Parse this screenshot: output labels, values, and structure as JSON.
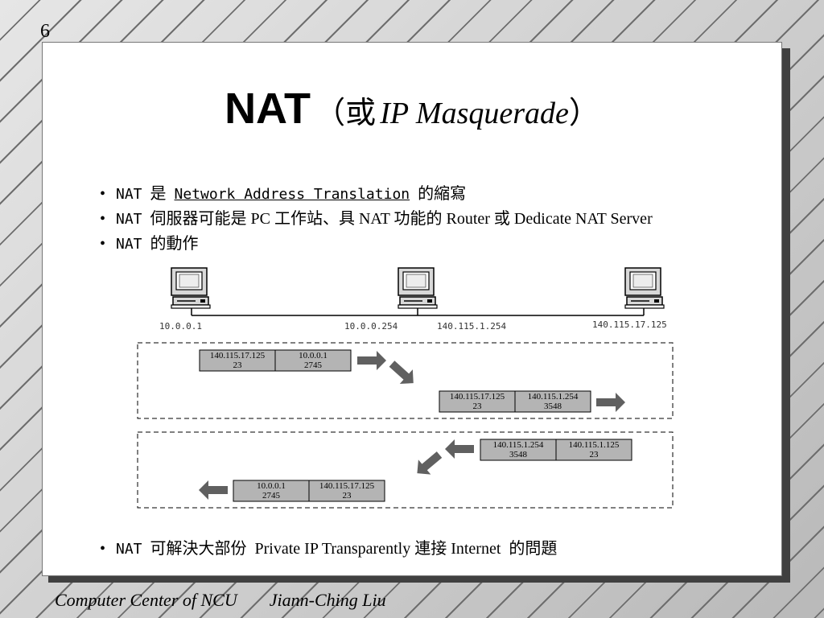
{
  "slide_number": "6",
  "title": {
    "nat": "NAT",
    "open_paren": "（或",
    "ip_masquerade": "IP Masquerade",
    "close_paren": "）"
  },
  "bullets": [
    {
      "nat": "NAT",
      "pre": "是",
      "link": "Network Address Translation",
      "post": "的縮寫"
    },
    {
      "nat": "NAT",
      "text": "伺服器可能是 PC 工作站、具 NAT 功能的 Router 或 Dedicate NAT Server"
    },
    {
      "nat": "NAT",
      "text": "的動作"
    },
    {
      "nat": "NAT",
      "text": "可解決大部份  Private IP Transparently 連接 Internet  的問題"
    }
  ],
  "network": {
    "hosts": [
      {
        "icon": "computer-icon",
        "address": "10.0.0.1"
      },
      {
        "icon": "computer-icon",
        "address_left": "10.0.0.254",
        "address_right": "140.115.1.254"
      },
      {
        "icon": "computer-icon",
        "address": "140.115.17.125"
      }
    ]
  },
  "outbound": {
    "packet_before": {
      "dest_ip": "140.115.17.125",
      "dest_port": "23",
      "src_ip": "10.0.0.1",
      "src_port": "2745"
    },
    "packet_after": {
      "dest_ip": "140.115.17.125",
      "dest_port": "23",
      "src_ip": "140.115.1.254",
      "src_port": "3548"
    }
  },
  "inbound": {
    "packet_before": {
      "dest_ip": "140.115.1.254",
      "dest_port": "3548",
      "src_ip": "140.115.1.125",
      "src_port": "23"
    },
    "packet_after": {
      "dest_ip": "10.0.0.1",
      "dest_port": "2745",
      "src_ip": "140.115.17.125",
      "src_port": "23"
    }
  },
  "colors": {
    "packet_fill": "#b4b4b4",
    "arrow_fill": "#606060",
    "slide_shadow": "#404040"
  },
  "footer": {
    "org": "Computer Center of NCU",
    "author": "Jiann-Ching Liu"
  }
}
